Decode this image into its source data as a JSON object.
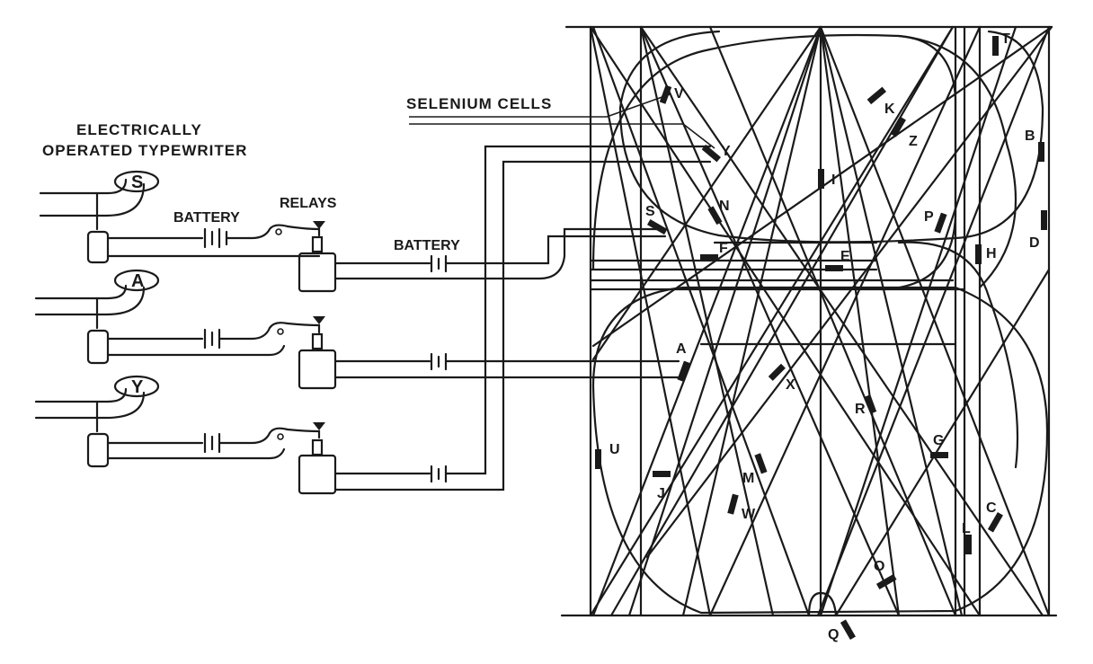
{
  "labels": {
    "typewriter_line1": "ELECTRICALLY",
    "typewriter_line2": "OPERATED TYPEWRITER",
    "selenium": "SELENIUM CELLS",
    "relays": "RELAYS",
    "battery": "BATTERY"
  },
  "keys": [
    {
      "letter": "S"
    },
    {
      "letter": "A"
    },
    {
      "letter": "Y"
    }
  ],
  "cell_labels": [
    "V",
    "Y",
    "K",
    "Z",
    "B",
    "I",
    "S",
    "N",
    "F",
    "E",
    "P",
    "H",
    "D",
    "A",
    "X",
    "R",
    "G",
    "U",
    "J",
    "M",
    "W",
    "C",
    "L",
    "O",
    "Q",
    "T"
  ]
}
